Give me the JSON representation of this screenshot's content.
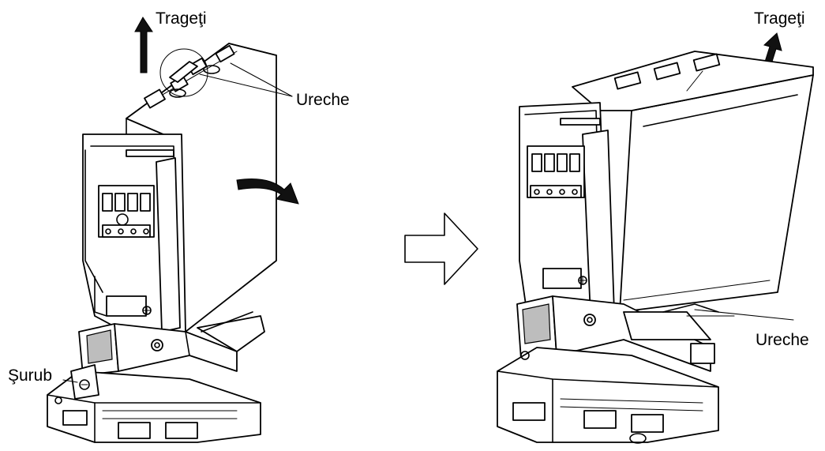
{
  "left_figure": {
    "pull_label": "Trageţi",
    "ear_label": "Ureche",
    "screw_label": "Şurub"
  },
  "right_figure": {
    "pull_label": "Trageţi",
    "ear_label": "Ureche"
  },
  "colors": {
    "line": "#000000",
    "background": "#ffffff",
    "shade": "#bdbdbd",
    "dark_arrow": "#111111"
  },
  "icons": {
    "step_arrow": "right-outline-arrow-icon",
    "pull_arrow": "up-arrow-icon",
    "rotate_arrow": "curved-arrow-icon"
  }
}
